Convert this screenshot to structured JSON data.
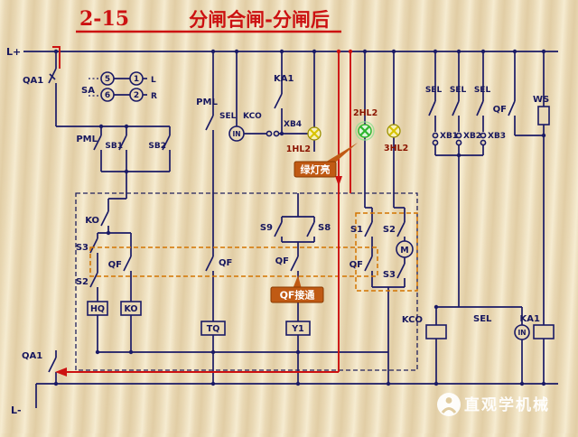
{
  "title": {
    "number": "2-15",
    "text": "分闸合闸-分闸后"
  },
  "power": {
    "l_plus": "L+",
    "l_minus": "L-",
    "qa1_top": "QA1",
    "qa1_bottom": "QA1"
  },
  "selector_sa": {
    "label": "SA",
    "pos_5": "5",
    "pos_1": "1",
    "pos_6": "6",
    "pos_2": "2",
    "dir_left": "L",
    "dir_right": "R"
  },
  "contacts": {
    "pml_left": "PML",
    "sb1": "SB1",
    "sb2": "SB2",
    "pml_right": "PML",
    "ka1_top": "KA1",
    "sel_mid": "SEL",
    "kco_mid": "KCO",
    "in_mid": "IN",
    "xb4": "XB4",
    "sel_right_1": "SEL",
    "sel_right_2": "SEL",
    "sel_right_3": "SEL",
    "xb1": "XB1",
    "xb2": "XB2",
    "xb3": "XB3",
    "qf_top_right": "QF",
    "ws": "WS",
    "ko": "KO",
    "s3_left": "S3",
    "qf_1": "QF",
    "s2_left": "S2",
    "qf_2": "QF",
    "s9": "S9",
    "s8": "S8",
    "qf_3": "QF",
    "s1": "S1",
    "s2_right": "S2",
    "s3_right": "S3",
    "qf_4": "QF"
  },
  "lamps": {
    "hl2_1": "1HL2",
    "hl2_2": "2HL2",
    "hl2_3": "3HL2"
  },
  "coils": {
    "hq": "HQ",
    "ko": "KO",
    "tq": "TQ",
    "y1": "Y1",
    "kco": "KCO",
    "sel_bottom": "SEL",
    "in_bottom": "IN",
    "ka1_bottom": "KA1",
    "motor": "M"
  },
  "callouts": {
    "green_light": "绿灯亮",
    "qf_on": "QF接通"
  },
  "watermark": {
    "text": "直观学机械"
  },
  "colors": {
    "wire": "#1a1a66",
    "highlight_red": "#cc1111",
    "callout_orange": "#c05a14",
    "lamp_green": "#2db52d",
    "lamp_yellow": "#d8c400",
    "lamp_label_red": "#8b1500",
    "title_red": "#cc1111",
    "background": "#e9d8b4"
  }
}
